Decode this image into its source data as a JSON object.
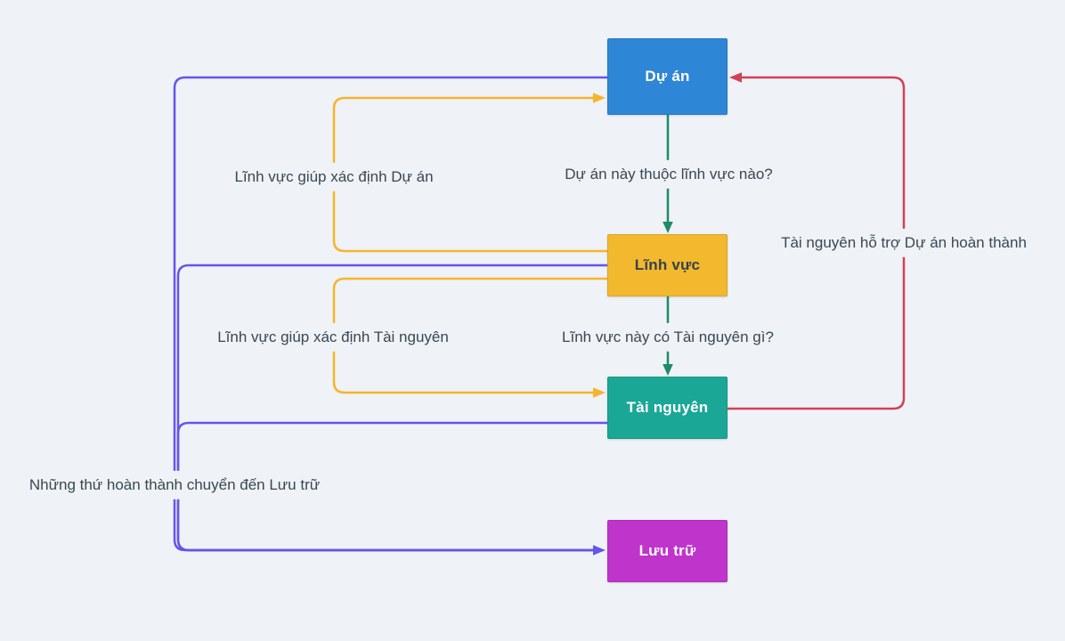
{
  "diagram": {
    "background_color": "#eff2f6",
    "label_text_color": "#3a4754",
    "nodes": [
      {
        "id": "du-an",
        "label": "Dự án",
        "fill": "#2e86d6",
        "text_color": "#ffffff"
      },
      {
        "id": "linh-vuc",
        "label": "Lĩnh vực",
        "fill": "#f2b82e",
        "text_color": "#36424c"
      },
      {
        "id": "tai-nguyen",
        "label": "Tài nguyên",
        "fill": "#1ba795",
        "text_color": "#ffffff"
      },
      {
        "id": "luu-tru",
        "label": "Lưu trữ",
        "fill": "#bf35cc",
        "text_color": "#ffffff"
      }
    ],
    "edges": [
      {
        "from": "du-an",
        "to": "linh-vuc",
        "color": "#1e8a68",
        "label": "Dự án này thuộc lĩnh vực nào?"
      },
      {
        "from": "linh-vuc",
        "to": "tai-nguyen",
        "color": "#1e8a68",
        "label": "Lĩnh vực này có Tài nguyên gì?"
      },
      {
        "from": "linh-vuc",
        "to": "du-an",
        "color": "#f5b52b",
        "label": "Lĩnh vực giúp xác định Dự án"
      },
      {
        "from": "linh-vuc",
        "to": "tai-nguyen",
        "color": "#f5b52b",
        "label": "Lĩnh vực giúp xác định Tài nguyên"
      },
      {
        "from": "tai-nguyen",
        "to": "du-an",
        "color": "#d24055",
        "label": "Tài nguyên hỗ trợ Dự án hoàn thành"
      },
      {
        "from": "du-an, linh-vuc, tai-nguyen",
        "to": "luu-tru",
        "color": "#6554ec",
        "label": "Những thứ hoàn thành chuyển đến Lưu trữ"
      }
    ]
  }
}
